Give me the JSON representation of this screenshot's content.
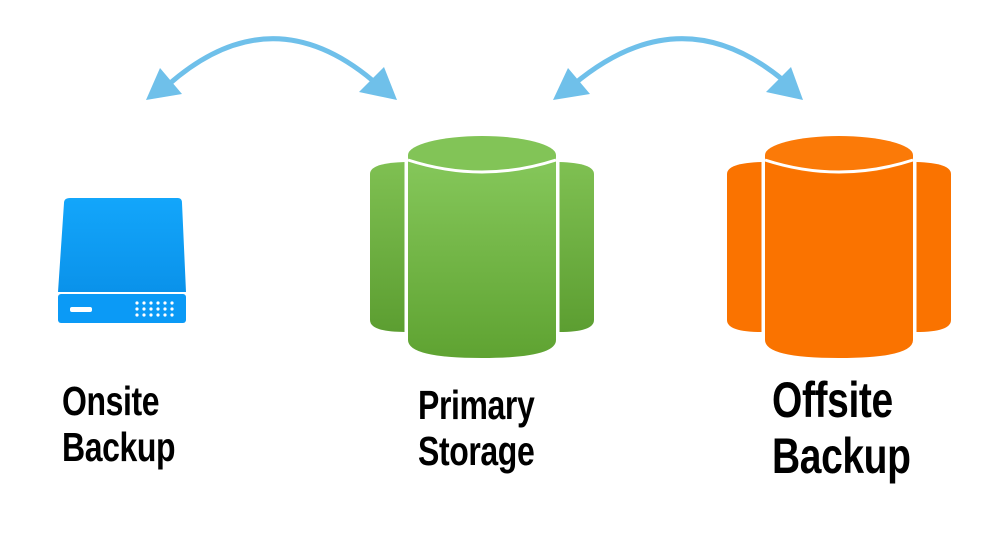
{
  "nodes": {
    "onsite": {
      "line1": "Onsite",
      "line2": "Backup",
      "icon": "hard-drive-icon",
      "color": "#0a9cf5"
    },
    "primary": {
      "line1": "Primary",
      "line2": "Storage",
      "icon": "database-cylinders-icon",
      "color": "#73b545"
    },
    "offsite": {
      "line1": "Offsite",
      "line2": "Backup",
      "icon": "database-cylinders-icon",
      "color": "#fa7300"
    }
  },
  "connectors": {
    "icon": "double-headed-arrow-icon",
    "color": "#6fc0ea",
    "links": [
      {
        "from": "onsite",
        "to": "primary",
        "direction": "bidirectional"
      },
      {
        "from": "primary",
        "to": "offsite",
        "direction": "bidirectional"
      }
    ]
  }
}
